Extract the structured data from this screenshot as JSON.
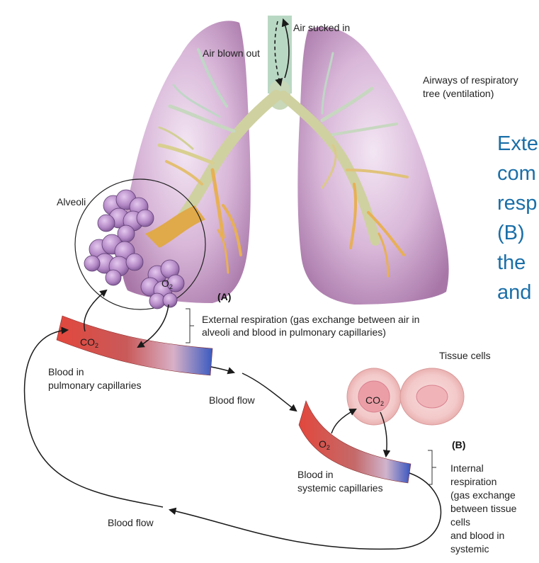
{
  "labels": {
    "air_in": "Air sucked in",
    "air_out": "Air blown out",
    "airways_line1": "Airways of respiratory",
    "airways_line2": "tree (ventilation)",
    "alveoli": "Alveoli",
    "label_a": "(A)",
    "external_line1": "External respiration (gas exchange between air in",
    "external_line2": "alveoli and blood in pulmonary capillaries)",
    "blood_pulm_line1": "Blood in",
    "blood_pulm_line2": "pulmonary capillaries",
    "blood_flow_top": "Blood flow",
    "tissue_cells": "Tissue cells",
    "label_b": "(B)",
    "blood_sys_line1": "Blood in",
    "blood_sys_line2": "systemic capillaries",
    "internal_lines": [
      "Internal",
      "respiration",
      "(gas exchange",
      "between tissue",
      "cells",
      "and blood in",
      "systemic"
    ],
    "blood_flow_bottom": "Blood flow",
    "co2_base": "CO",
    "o2_base": "O",
    "sub2": "2"
  },
  "caption_fragments": [
    "Exte",
    "com",
    "resp",
    "(B)",
    "the",
    "and"
  ],
  "colors": {
    "lung": "#c79ac7",
    "airway": "#c9c57a",
    "alveoli": "#a878be",
    "artery": "#d9473c",
    "vein": "#3a57b5",
    "caption_blue": "#1a6fa8"
  }
}
